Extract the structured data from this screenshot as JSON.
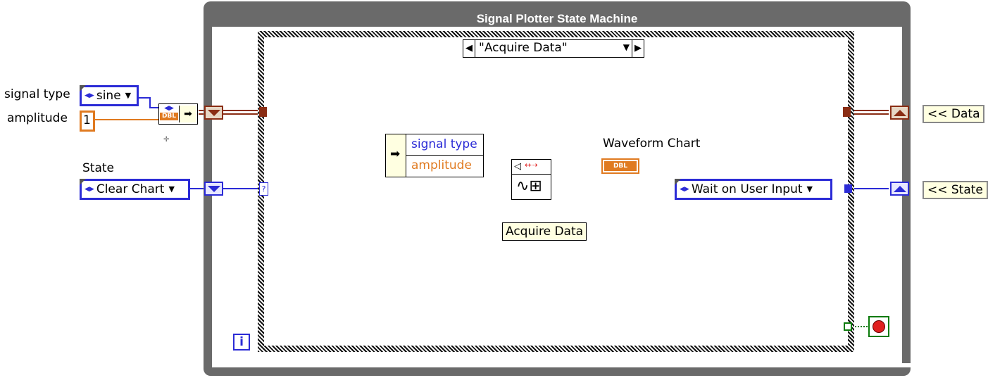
{
  "loop": {
    "title": "Signal Plotter State Machine",
    "iteration_label": "i"
  },
  "case": {
    "selector_value": "\"Acquire Data\""
  },
  "controls": {
    "signal_type": {
      "label": "signal type",
      "value": "sine"
    },
    "amplitude": {
      "label": "amplitude",
      "value": "1"
    },
    "state": {
      "label": "State",
      "value": "Clear Chart"
    },
    "bundle_dbl": "DBL"
  },
  "inner": {
    "bundle_fields": [
      "signal type",
      "amplitude"
    ],
    "waveform_chart_label": "Waveform Chart",
    "waveform_chart_terminal": "DBL",
    "express_vi_label": "Acquire Data",
    "next_state": "Wait on User Input",
    "case_tunnel_glyph": "?"
  },
  "indicators": {
    "data": "<< Data",
    "state": "<< State"
  },
  "colors": {
    "cluster_wire": "#8a2d14",
    "enum_wire": "#2b2bd6",
    "dbl_wire": "#e07a20",
    "frame": "#6a6a6a",
    "stop": "#e02020"
  }
}
